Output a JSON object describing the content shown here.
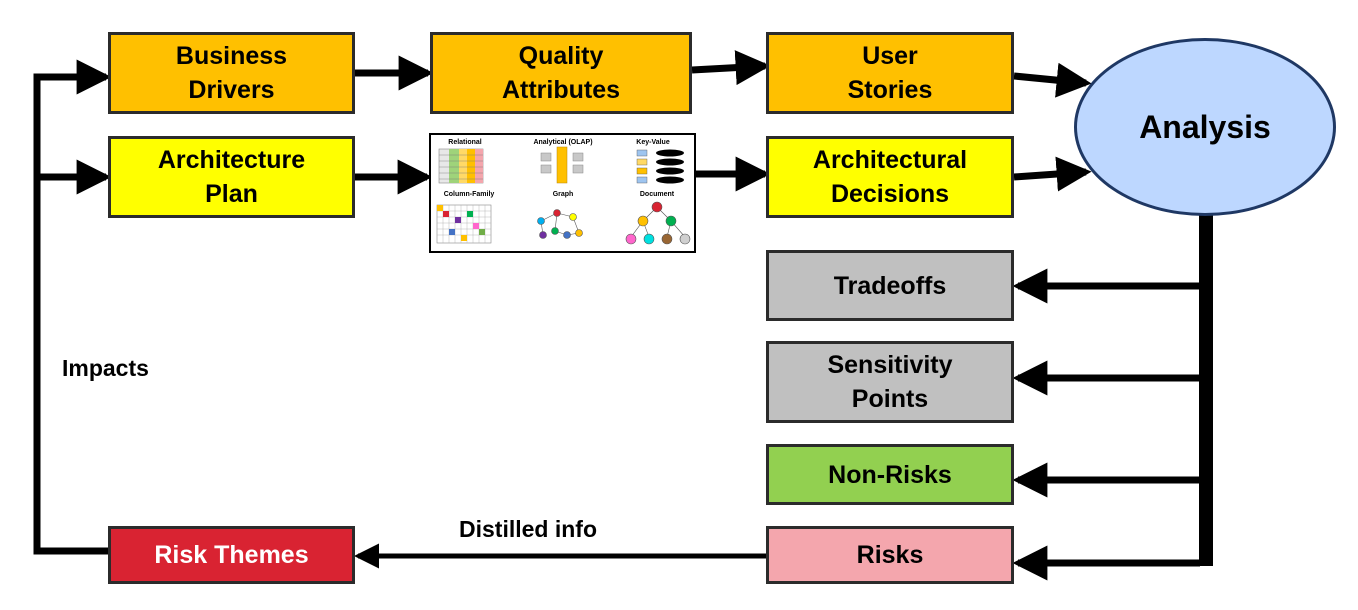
{
  "boxes": {
    "business_drivers": "Business\nDrivers",
    "quality_attributes": "Quality\nAttributes",
    "user_stories": "User\nStories",
    "architecture_plan": "Architecture\nPlan",
    "architectural_decisions": "Architectural\nDecisions",
    "tradeoffs": "Tradeoffs",
    "sensitivity_points": "Sensitivity\nPoints",
    "non_risks": "Non-Risks",
    "risks": "Risks",
    "risk_themes": "Risk Themes"
  },
  "analysis": "Analysis",
  "labels": {
    "impacts": "Impacts",
    "distilled_info": "Distilled info"
  },
  "db_figure": {
    "relational": "Relational",
    "olap": "Analytical (OLAP)",
    "key_value": "Key-Value",
    "column_family": "Column-Family",
    "graph": "Graph",
    "document": "Document"
  },
  "colors": {
    "orange": "#ffc000",
    "yellow": "#ffff00",
    "gray": "#c0c0c0",
    "green": "#92d050",
    "pink": "#f4a6ad",
    "red": "#d92332",
    "ellipse": "#bdd7ff"
  }
}
